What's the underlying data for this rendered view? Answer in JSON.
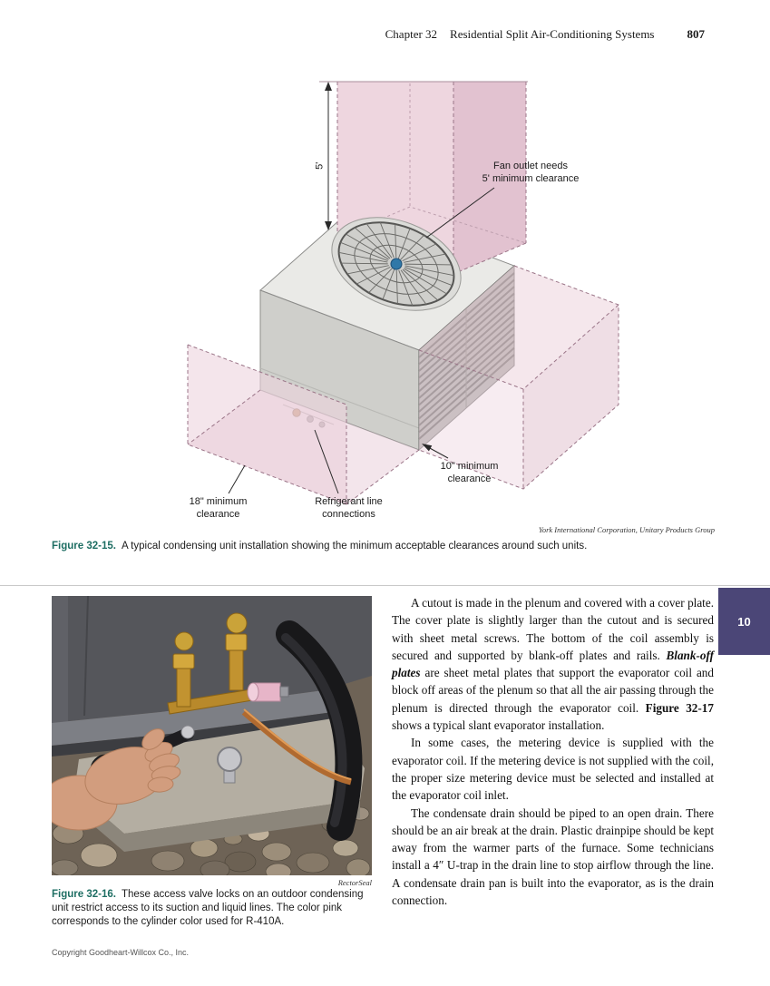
{
  "colors": {
    "clearance_pink": "#ecd3dd",
    "figure_label_green": "#1e6e63",
    "chapter_tab_purple": "#4b4677",
    "r410a_pink": "#e7b5c8"
  },
  "header": {
    "chapter": "Chapter 32",
    "title": "Residential Split Air-Conditioning Systems",
    "page": "807"
  },
  "tab": {
    "label": "10"
  },
  "figure15": {
    "labels": {
      "dim": "5'",
      "fan": "Fan outlet needs\n5' minimum clearance",
      "ten": "10\" minimum\nclearance",
      "eighteen": "18\" minimum\nclearance",
      "refrigerant": "Refrigerant line\nconnections"
    },
    "credit": "York International Corporation, Unitary Products Group",
    "caption_label": "Figure 32-15.",
    "caption": "A typical condensing unit installation showing the minimum acceptable clearances around such units."
  },
  "figure16": {
    "credit": "RectorSeal",
    "caption_label": "Figure 32-16.",
    "caption": "These access valve locks on an outdoor condensing unit restrict access to its suction and liquid lines. The color pink corresponds to the cylinder color used for R-410A."
  },
  "body": {
    "p1a": "A cutout is made in the plenum and covered with a cover plate. The cover plate is slightly larger than the cutout and is secured with sheet metal screws. The bottom of the coil assembly is secured and supported by blank-off plates and rails. ",
    "p1b": "Blank-off plates",
    "p1c": " are sheet metal plates that support the evaporator coil and block off areas of the plenum so that all the air passing through the plenum is directed through the evaporator coil. ",
    "p1d": "Figure 32-17",
    "p1e": " shows a typical slant evaporator installation.",
    "p2": "In some cases, the metering device is supplied with the evaporator coil. If the metering device is not supplied with the coil, the proper size metering device must be selected and installed at the evaporator coil inlet.",
    "p3": "The condensate drain should be piped to an open drain. There should be an air break at the drain. Plastic drainpipe should be kept away from the warmer parts of the furnace. Some technicians install a 4″ U-trap in the drain line to stop airflow through the line. A condensate drain pan is built into the evaporator, as is the drain connection."
  },
  "footer": {
    "copyright": "Copyright Goodheart-Willcox Co., Inc."
  }
}
